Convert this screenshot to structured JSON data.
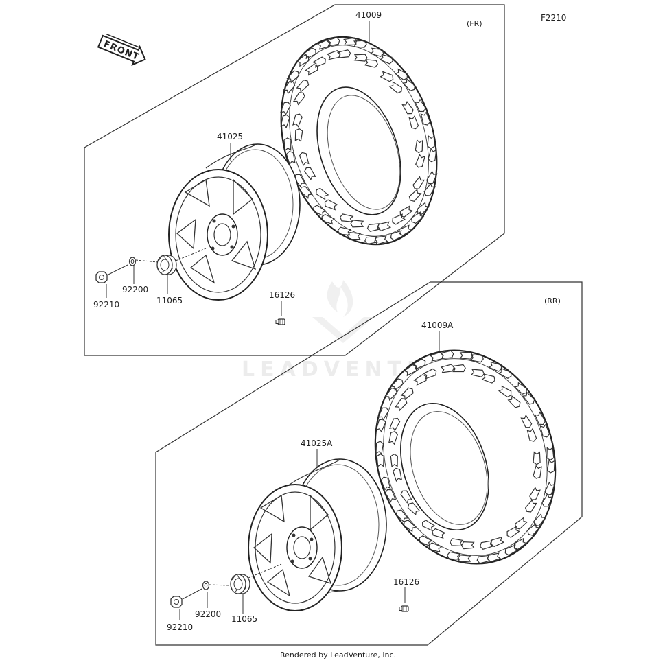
{
  "diagram": {
    "code": "F2210",
    "front_arrow_text": "FRONT",
    "watermark": "LEADVENTURE",
    "credit": "Rendered by LeadVenture, Inc.",
    "front_group": {
      "tag": "(FR)",
      "parts": {
        "tire": "41009",
        "wheel": "41025",
        "valve": "16126",
        "nut": "92210",
        "washer": "92200",
        "cap": "11065"
      }
    },
    "rear_group": {
      "tag": "(RR)",
      "parts": {
        "tire": "41009A",
        "wheel": "41025A",
        "valve": "16126",
        "nut": "92210",
        "washer": "92200",
        "cap": "11065"
      }
    }
  }
}
